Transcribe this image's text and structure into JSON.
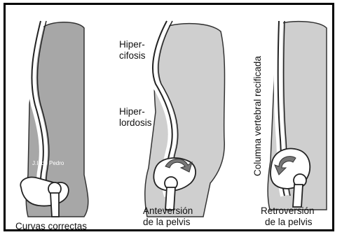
{
  "figures": [
    {
      "id": "correct",
      "caption": "Curvas correctas",
      "credit": "J.I. de Pedro",
      "annotations": []
    },
    {
      "id": "anteversion",
      "caption_line1": "Anteversión",
      "caption_line2": "de la pelvis",
      "annotations": [
        {
          "line1": "Hiper-",
          "line2": "cifosis"
        },
        {
          "line1": "Hiper-",
          "line2": "lordosis"
        }
      ]
    },
    {
      "id": "retroversion",
      "caption_line1": "Retroversión",
      "caption_line2": "de la pelvis",
      "vertical_label": "Columna vertebral recificada"
    }
  ],
  "colors": {
    "torso_fill": "#a7a7a7",
    "torso_fill_light": "#cfcfcf",
    "spine_outline": "#222222",
    "background": "#ffffff"
  }
}
